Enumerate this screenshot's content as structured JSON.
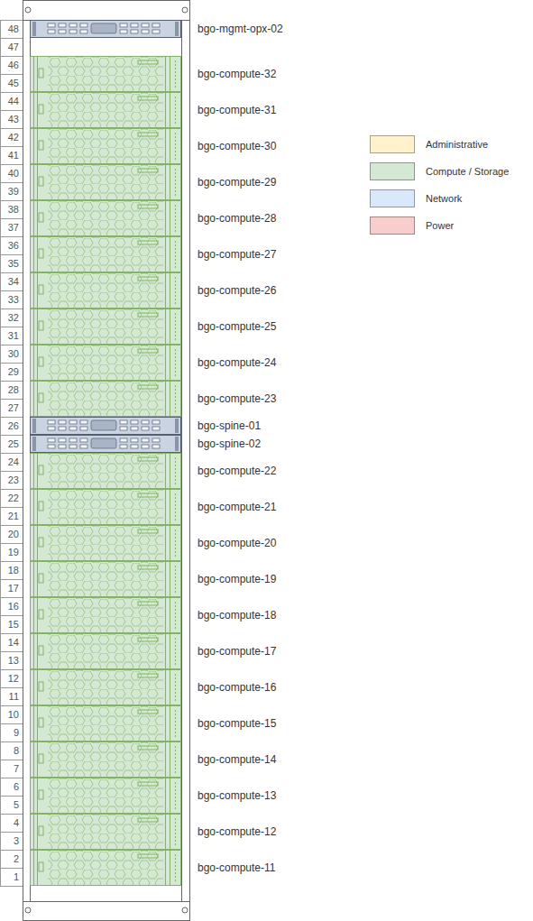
{
  "diagram": {
    "nodes": [
      {
        "text": [
          "bgo-mgmt-opx-02"
        ]
      },
      {
        "text": [
          "bgo-compute-32"
        ]
      },
      {
        "text": [
          "bgo-compute-31"
        ]
      },
      {
        "text": [
          "bgo-compute-30"
        ]
      },
      {
        "text": [
          "bgo-compute-29"
        ]
      },
      {
        "text": [
          "bgo-compute-28"
        ]
      },
      {
        "text": [
          "bgo-compute-27"
        ]
      },
      {
        "text": [
          "bgo-compute-26"
        ]
      },
      {
        "text": [
          "bgo-compute-25"
        ]
      },
      {
        "text": [
          "bgo-compute-24"
        ]
      },
      {
        "text": [
          "bgo-compute-23"
        ]
      },
      {
        "text": [
          "bgo-spine-01"
        ]
      },
      {
        "text": [
          "bgo-spine-02"
        ]
      },
      {
        "text": [
          "bgo-compute-22"
        ]
      },
      {
        "text": [
          "bgo-compute-21"
        ]
      },
      {
        "text": [
          "bgo-compute-20"
        ]
      },
      {
        "text": [
          "bgo-compute-19"
        ]
      },
      {
        "text": [
          "bgo-compute-18"
        ]
      },
      {
        "text": [
          "bgo-compute-17"
        ]
      },
      {
        "text": [
          "bgo-compute-16"
        ]
      },
      {
        "text": [
          "bgo-compute-15"
        ]
      },
      {
        "text": [
          "bgo-compute-14"
        ]
      },
      {
        "text": [
          "bgo-compute-13"
        ]
      },
      {
        "text": [
          "bgo-compute-12"
        ]
      },
      {
        "text": [
          "bgo-compute-11"
        ]
      }
    ],
    "labels": [
      "48",
      "47",
      "46",
      "45",
      "44",
      "43",
      "42",
      "41",
      "40",
      "39",
      "38",
      "37",
      "36",
      "35",
      "34",
      "33",
      "32",
      "31",
      "30",
      "29",
      "28",
      "27",
      "26",
      "25",
      "24",
      "23",
      "22",
      "21",
      "20",
      "19",
      "18",
      "17",
      "16",
      "15",
      "14",
      "13",
      "12",
      "11",
      "10",
      "9",
      "8",
      "7",
      "6",
      "5",
      "4",
      "3",
      "2",
      "1"
    ],
    "legend": [
      {
        "text": "Administrative",
        "color": "#fff2cc"
      },
      {
        "text": "Compute / Storage",
        "color": "#d5e8d4"
      },
      {
        "text": "Network",
        "color": "#dae8fc"
      },
      {
        "text": "Power",
        "color": "#f8cecc"
      }
    ]
  }
}
